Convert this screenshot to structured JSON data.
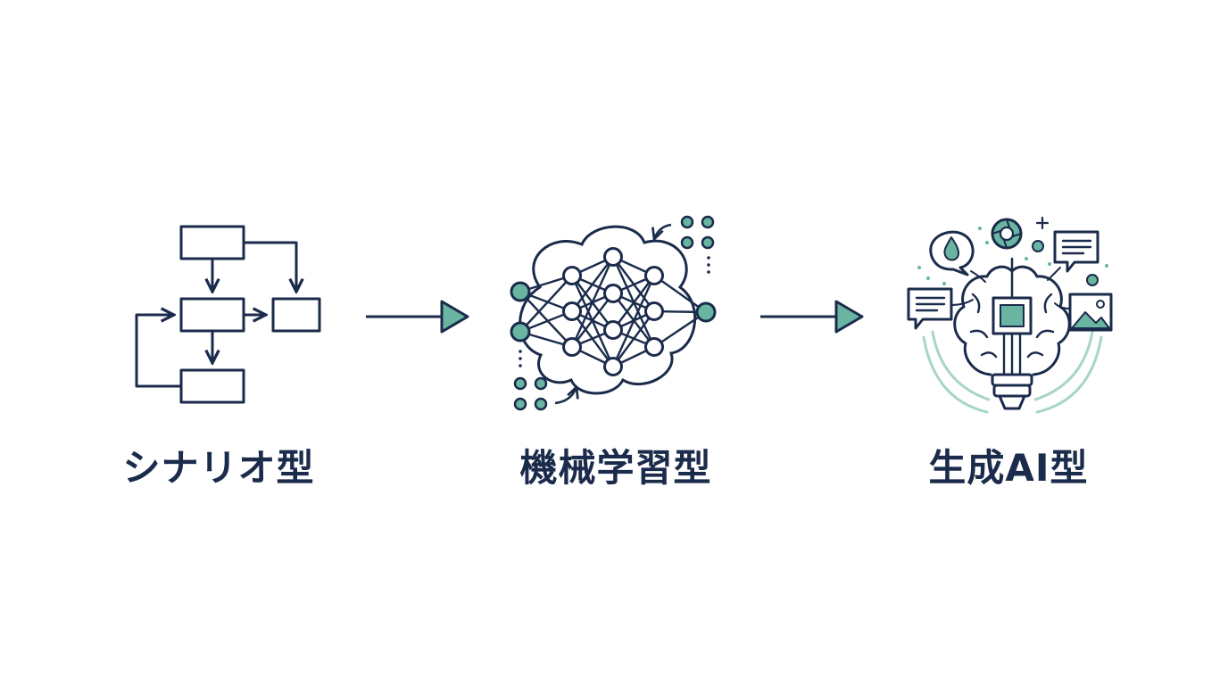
{
  "stages": [
    {
      "id": "scenario",
      "label": "シナリオ型",
      "icon": "flowchart-icon"
    },
    {
      "id": "ml",
      "label": "機械学習型",
      "icon": "neural-network-icon"
    },
    {
      "id": "genai",
      "label": "生成AI型",
      "icon": "ai-brain-bulb-icon"
    }
  ],
  "colors": {
    "navy": "#1b2b4b",
    "teal": "#6ab5a2",
    "teal_light": "#a7d5c9",
    "background": "#ffffff"
  }
}
